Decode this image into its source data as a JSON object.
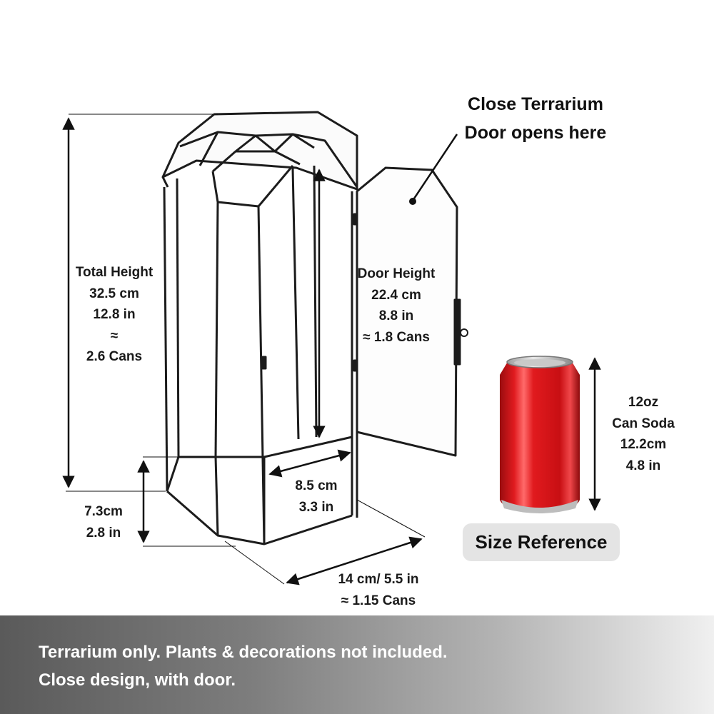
{
  "callout": {
    "line1": "Close Terrarium",
    "line2": "Door opens here"
  },
  "total_height": {
    "title": "Total Height",
    "cm": "32.5 cm",
    "in": "12.8 in",
    "approx": "≈",
    "cans": "2.6 Cans"
  },
  "door_height": {
    "title": "Door Height",
    "cm": "22.4 cm",
    "in": "8.8 in",
    "cans": "≈ 1.8 Cans"
  },
  "can_reference": {
    "line1": "12oz",
    "line2": "Can Soda",
    "cm": "12.2cm",
    "in": "4.8 in"
  },
  "side_height": {
    "cm": "7.3cm",
    "in": "2.8 in"
  },
  "front_width": {
    "cm": "8.5 cm",
    "in": "3.3 in"
  },
  "depth": {
    "measure": "14 cm/ 5.5 in",
    "cans": "≈ 1.15 Cans"
  },
  "size_reference_badge": "Size Reference",
  "footer": {
    "line1": "Terrarium only. Plants & decorations not included.",
    "line2": "Close design, with door."
  },
  "colors": {
    "frame": "#1c1c1c",
    "can_red": "#d81418",
    "footer_dark": "#5a5a5a"
  }
}
